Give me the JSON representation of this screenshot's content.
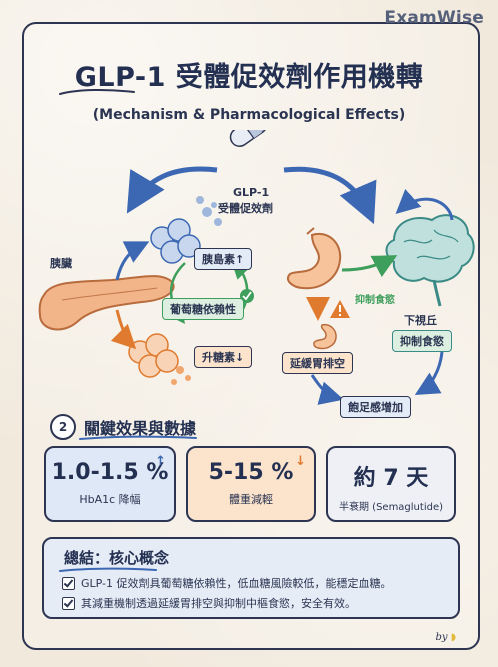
{
  "brand": "ExamWise",
  "title": "GLP-1 受體促效劑作用機轉",
  "subtitle": "(Mechanism & Pharmacological Effects)",
  "drug": {
    "line1": "GLP-1",
    "line2": "受體促效劑"
  },
  "pancreas": {
    "organ_label": "胰臟",
    "insulin_label": "胰島素↑",
    "glucose_dependent_label": "葡萄糖依賴性",
    "glucagon_label": "升糖素↓"
  },
  "gut_brain": {
    "appetite_arrow_label": "抑制食慾",
    "hypothalamus_label": "下視丘",
    "appetite_suppression_label": "抑制食慾",
    "gastric_emptying_label": "延緩胃排空",
    "satiety_label": "飽足感增加"
  },
  "section2": {
    "number": "2",
    "title": "關鍵效果與數據"
  },
  "cards": [
    {
      "value": "1.0-1.5 %",
      "caption": "HbA1c 降幅",
      "arrow": "↑",
      "arrow_color": "#3c68b3",
      "bg": "#dfe8f6"
    },
    {
      "value": "5-15 %",
      "caption": "體重減輕",
      "arrow": "↓",
      "arrow_color": "#e07a2e",
      "bg": "#fbe3cc"
    },
    {
      "value": "約 7 天",
      "caption": "半衰期 (Semaglutide)",
      "arrow": "",
      "arrow_color": "#2d3552",
      "bg": "#eef0f5"
    }
  ],
  "summary": {
    "title": "總結：核心概念",
    "points": [
      "GLP-1 促效劑具葡萄糖依賴性，低血糖風險較低，能穩定血糖。",
      "其減重機制透過延緩胃排空與抑制中樞食慾，安全有效。"
    ]
  },
  "signature": "by"
}
